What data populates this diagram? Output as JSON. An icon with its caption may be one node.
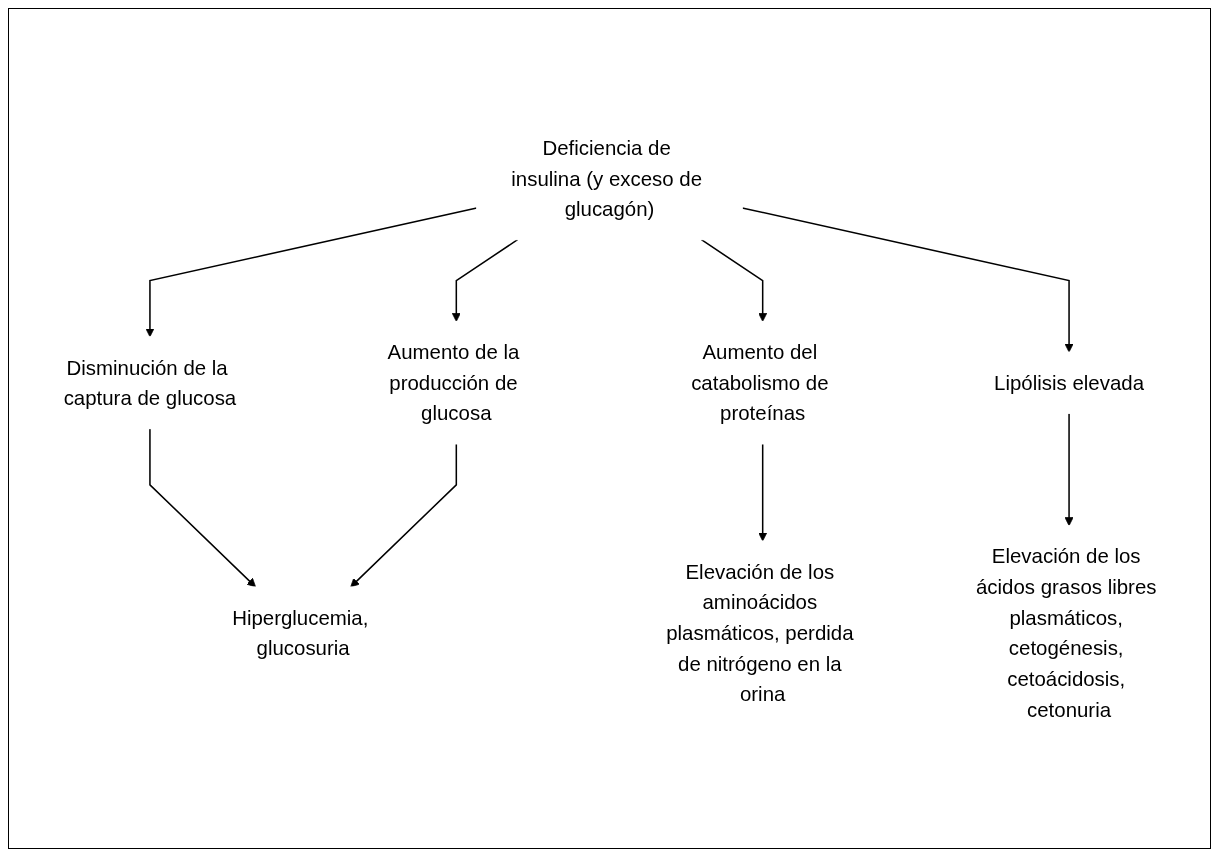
{
  "diagram": {
    "nodes": [
      {
        "text": [
          "Deficiencia de insulina",
          "(y exceso de glucagón)"
        ]
      },
      {
        "text": [
          "Disminución de la captura de glucosa"
        ]
      },
      {
        "text": [
          "Aumento de la producción de glucosa"
        ]
      },
      {
        "text": [
          "Aumento del catabolismo de proteínas"
        ]
      },
      {
        "text": [
          "Lipólisis elevada"
        ]
      },
      {
        "text": [
          "Hiperglucemia, glucosuria"
        ]
      },
      {
        "text": [
          "Elevación de los aminoácidos plasmáticos, perdida de nitrógeno en la orina"
        ]
      },
      {
        "text": [
          "Elevación de los ácidos grasos libres plasmáticos, cetogénesis, cetoácidosis, cetonuria"
        ]
      }
    ],
    "edges": [
      {
        "from": 0,
        "to": 1,
        "arrow": "to"
      },
      {
        "from": 0,
        "to": 2,
        "arrow": "to"
      },
      {
        "from": 0,
        "to": 3,
        "arrow": "to"
      },
      {
        "from": 0,
        "to": 4,
        "arrow": "to"
      },
      {
        "from": 1,
        "to": 5,
        "arrow": "to"
      },
      {
        "from": 2,
        "to": 5,
        "arrow": "to"
      },
      {
        "from": 3,
        "to": 6,
        "arrow": "to"
      },
      {
        "from": 4,
        "to": 7,
        "arrow": "to"
      }
    ]
  }
}
